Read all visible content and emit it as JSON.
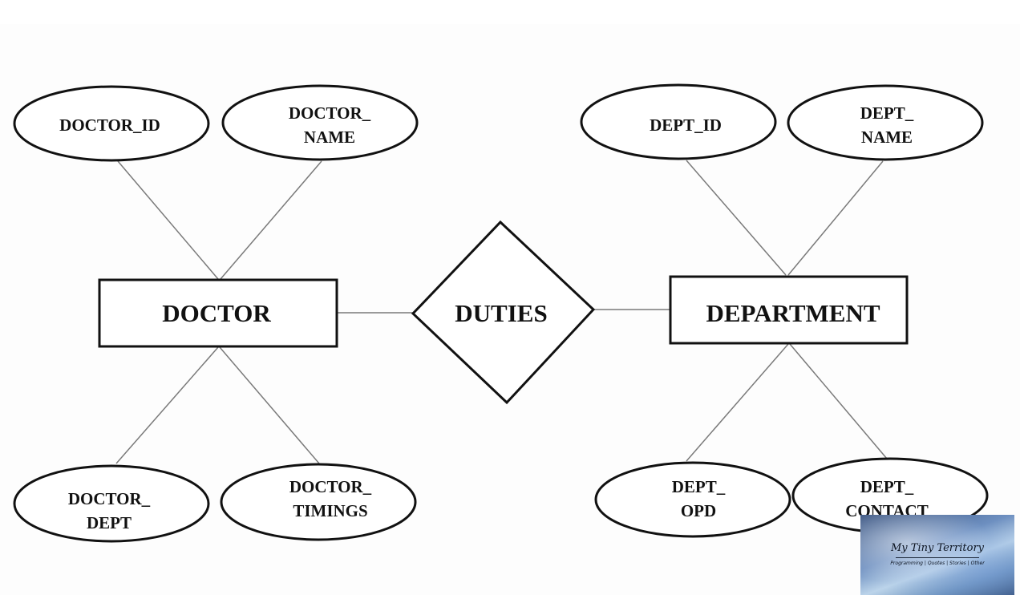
{
  "entities": {
    "doctor": "DOCTOR",
    "department": "DEPARTMENT"
  },
  "relationship": "DUTIES",
  "attributes": {
    "doctor_id": [
      "DOCTOR_ID"
    ],
    "doctor_name": [
      "DOCTOR_",
      "NAME"
    ],
    "doctor_dept": [
      "DOCTOR_",
      "DEPT"
    ],
    "doctor_timings": [
      "DOCTOR_",
      "TIMINGS"
    ],
    "dept_id": [
      "DEPT_ID"
    ],
    "dept_name": [
      "DEPT_",
      "NAME"
    ],
    "dept_opd": [
      "DEPT_",
      "OPD"
    ],
    "dept_contact": [
      "DEPT_",
      "CONTACT"
    ]
  },
  "watermark": {
    "title": "My Tiny Territory",
    "tagline": "Programming | Quotes | Stories | Other"
  }
}
